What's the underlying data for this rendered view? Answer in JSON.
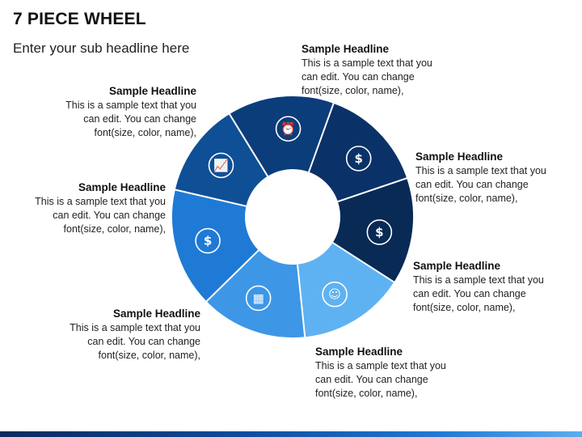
{
  "header": {
    "title": "7 PIECE WHEEL",
    "subtitle": "Enter your sub headline here"
  },
  "items": [
    {
      "headline": "Sample Headline",
      "line1": "This is a sample text that you",
      "line2": "can edit. You can change",
      "line3": "font(size, color, name),",
      "icon": "business-growth-icon",
      "color": "#0f4f96"
    },
    {
      "headline": "Sample Headline",
      "line1": "This is a sample text that you",
      "line2": "can edit. You can change",
      "line3": "font(size, color, name),",
      "icon": "time-money-icon",
      "color": "#0b3d7a"
    },
    {
      "headline": "Sample Headline",
      "line1": "This is a sample text that you",
      "line2": "can edit. You can change",
      "line3": "font(size, color, name),",
      "icon": "dollar-hand-icon",
      "color": "#0a3268"
    },
    {
      "headline": "Sample Headline",
      "line1": "This is a sample text that you",
      "line2": "can edit. You can change",
      "line3": "font(size, color, name),",
      "icon": "money-tree-icon",
      "color": "#082a55"
    },
    {
      "headline": "Sample Headline",
      "line1": "This is a sample text that you",
      "line2": "can edit. You can change",
      "line3": "font(size, color, name),",
      "icon": "id-card-icon",
      "color": "#5fb2f2"
    },
    {
      "headline": "Sample Headline",
      "line1": "This is a sample text that you",
      "line2": "can edit. You can change",
      "line3": "font(size, color, name),",
      "icon": "presentation-chart-icon",
      "color": "#3d97e6"
    },
    {
      "headline": "Sample Headline",
      "line1": "This is a sample text that you",
      "line2": "can edit. You can change",
      "line3": "font(size, color, name),",
      "icon": "dollar-coins-icon",
      "color": "#1f7ad6"
    }
  ]
}
